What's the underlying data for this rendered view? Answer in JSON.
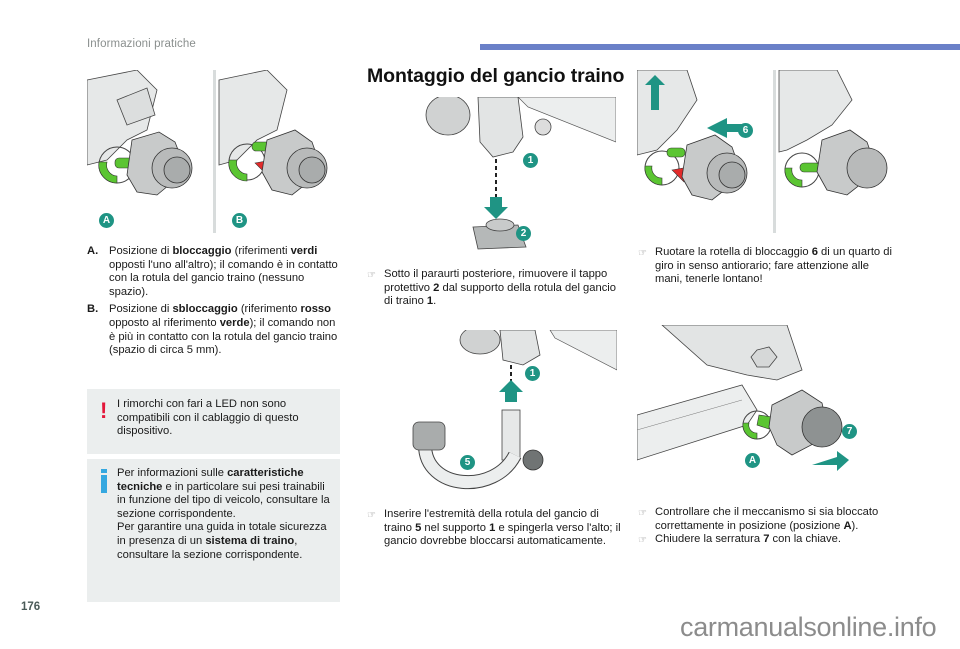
{
  "header": {
    "section_title": "Informazioni pratiche",
    "accent_color": "#6a80c8"
  },
  "illustrations": {
    "fig_ab": {
      "labels": [
        "A",
        "B"
      ],
      "description": "Tow ball locking wheel positions"
    },
    "fig_remove_cap": {
      "labels": [
        "1",
        "2"
      ],
      "description": "Removing protective cap from tow ball support"
    },
    "fig_insert": {
      "labels": [
        "1",
        "5"
      ],
      "description": "Inserting tow ball into support"
    },
    "fig_rotate": {
      "labels": [
        "6"
      ],
      "description": "Rotating locking wheel"
    },
    "fig_lock": {
      "labels": [
        "7",
        "A"
      ],
      "description": "Locking with key"
    },
    "badge_color": "#1f9484",
    "green": "#5bc532",
    "red": "#e32b2b"
  },
  "positions": [
    {
      "letter": "A.",
      "parts": [
        {
          "t": "Posizione di ",
          "b": false
        },
        {
          "t": "bloccaggio",
          "b": true
        },
        {
          "t": " (riferimenti ",
          "b": false
        },
        {
          "t": "verdi",
          "b": true
        },
        {
          "t": " opposti l'uno all'altro); il comando è in contatto con la rotula del gancio traino (nessuno spazio).",
          "b": false
        }
      ]
    },
    {
      "letter": "B.",
      "parts": [
        {
          "t": "Posizione di ",
          "b": false
        },
        {
          "t": "sbloccaggio",
          "b": true
        },
        {
          "t": " (riferimento ",
          "b": false
        },
        {
          "t": "rosso",
          "b": true
        },
        {
          "t": " opposto al riferimento ",
          "b": false
        },
        {
          "t": "verde",
          "b": true
        },
        {
          "t": "); il comando non è più in contatto con la rotula del gancio traino (spazio di circa 5 mm).",
          "b": false
        }
      ]
    }
  ],
  "warning_box": {
    "icon": "exclamation-warning-icon",
    "text": "I rimorchi con fari a LED non sono compatibili con il cablaggio di questo dispositivo."
  },
  "info_box": {
    "icon": "info-icon",
    "parts": [
      {
        "t": "Per informazioni sulle ",
        "b": false
      },
      {
        "t": "caratteristiche tecniche",
        "b": true
      },
      {
        "t": " e in particolare sui pesi trainabili in funzione del tipo di veicolo, consultare la sezione corrispondente.",
        "b": false
      },
      {
        "t": "\n",
        "b": false
      },
      {
        "t": "Per garantire una guida in totale sicurezza in presenza di un ",
        "b": false
      },
      {
        "t": "sistema di traino",
        "b": true
      },
      {
        "t": ", consultare la sezione corrispondente.",
        "b": false
      }
    ]
  },
  "main": {
    "title": "Montaggio del gancio traino",
    "steps": {
      "remove_cap": [
        {
          "t": "Sotto il paraurti posteriore, rimuovere il tappo protettivo ",
          "b": false
        },
        {
          "t": "2",
          "b": true
        },
        {
          "t": " dal supporto della rotula del gancio di traino ",
          "b": false
        },
        {
          "t": "1",
          "b": true
        },
        {
          "t": ".",
          "b": false
        }
      ],
      "insert": [
        {
          "t": "Inserire l'estremità della rotula del gancio di traino ",
          "b": false
        },
        {
          "t": "5",
          "b": true
        },
        {
          "t": " nel supporto ",
          "b": false
        },
        {
          "t": "1",
          "b": true
        },
        {
          "t": " e spingerla verso l'alto; il gancio dovrebbe bloccarsi automaticamente.",
          "b": false
        }
      ],
      "rotate": [
        {
          "t": "Ruotare la rotella di bloccaggio ",
          "b": false
        },
        {
          "t": "6",
          "b": true
        },
        {
          "t": " di un quarto di giro in senso antiorario; fare attenzione alle mani, tenerle lontano!",
          "b": false
        }
      ],
      "check": [
        {
          "t": "Controllare che il meccanismo si sia bloccato correttamente in posizione (posizione ",
          "b": false
        },
        {
          "t": "A",
          "b": true
        },
        {
          "t": ").",
          "b": false
        }
      ],
      "close": [
        {
          "t": "Chiudere la serratura ",
          "b": false
        },
        {
          "t": "7",
          "b": true
        },
        {
          "t": " con la chiave.",
          "b": false
        }
      ]
    },
    "bullet_icon": "pointing-hand-icon",
    "bullet_glyph": "☞"
  },
  "footer": {
    "page_number": "176",
    "watermark": "carmanualsonline.info"
  }
}
